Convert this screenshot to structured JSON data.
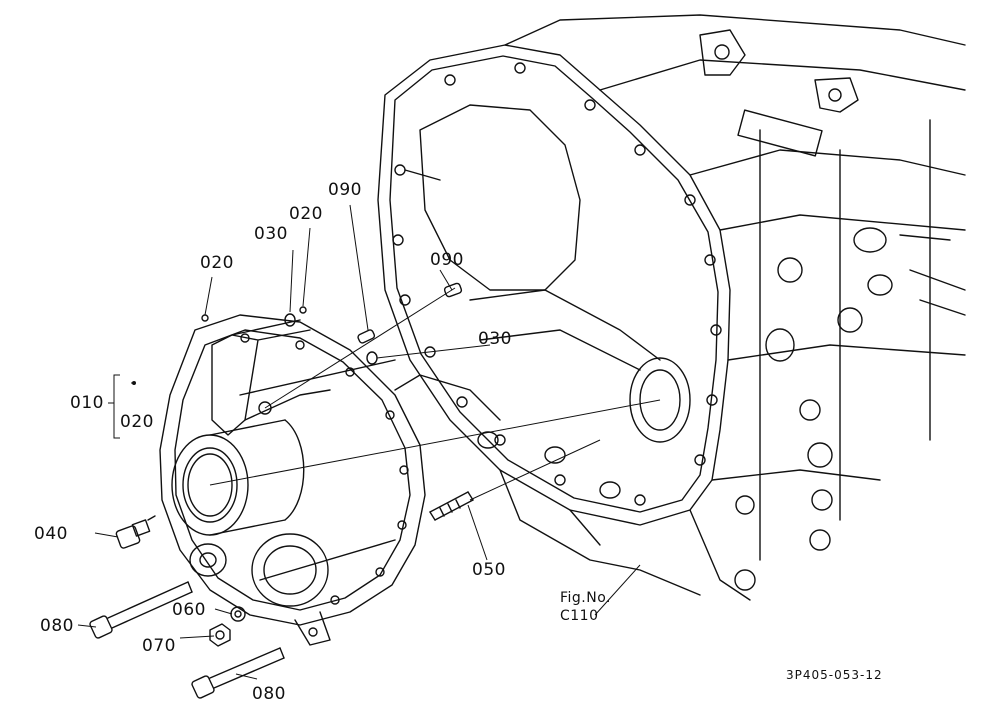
{
  "callouts": {
    "c010": "010",
    "c020_top": "020",
    "c020_right": "020",
    "c020_bracket": "020",
    "c030_upper": "030",
    "c030_lower": "030",
    "c040": "040",
    "c050": "050",
    "c060": "060",
    "c070": "070",
    "c080_upper": "080",
    "c080_lower": "080",
    "c090_upper": "090",
    "c090_mid": "090"
  },
  "figure_ref": {
    "line1": "Fig.No.",
    "line2": "C110"
  },
  "drawing_number": "3P405-053-12"
}
